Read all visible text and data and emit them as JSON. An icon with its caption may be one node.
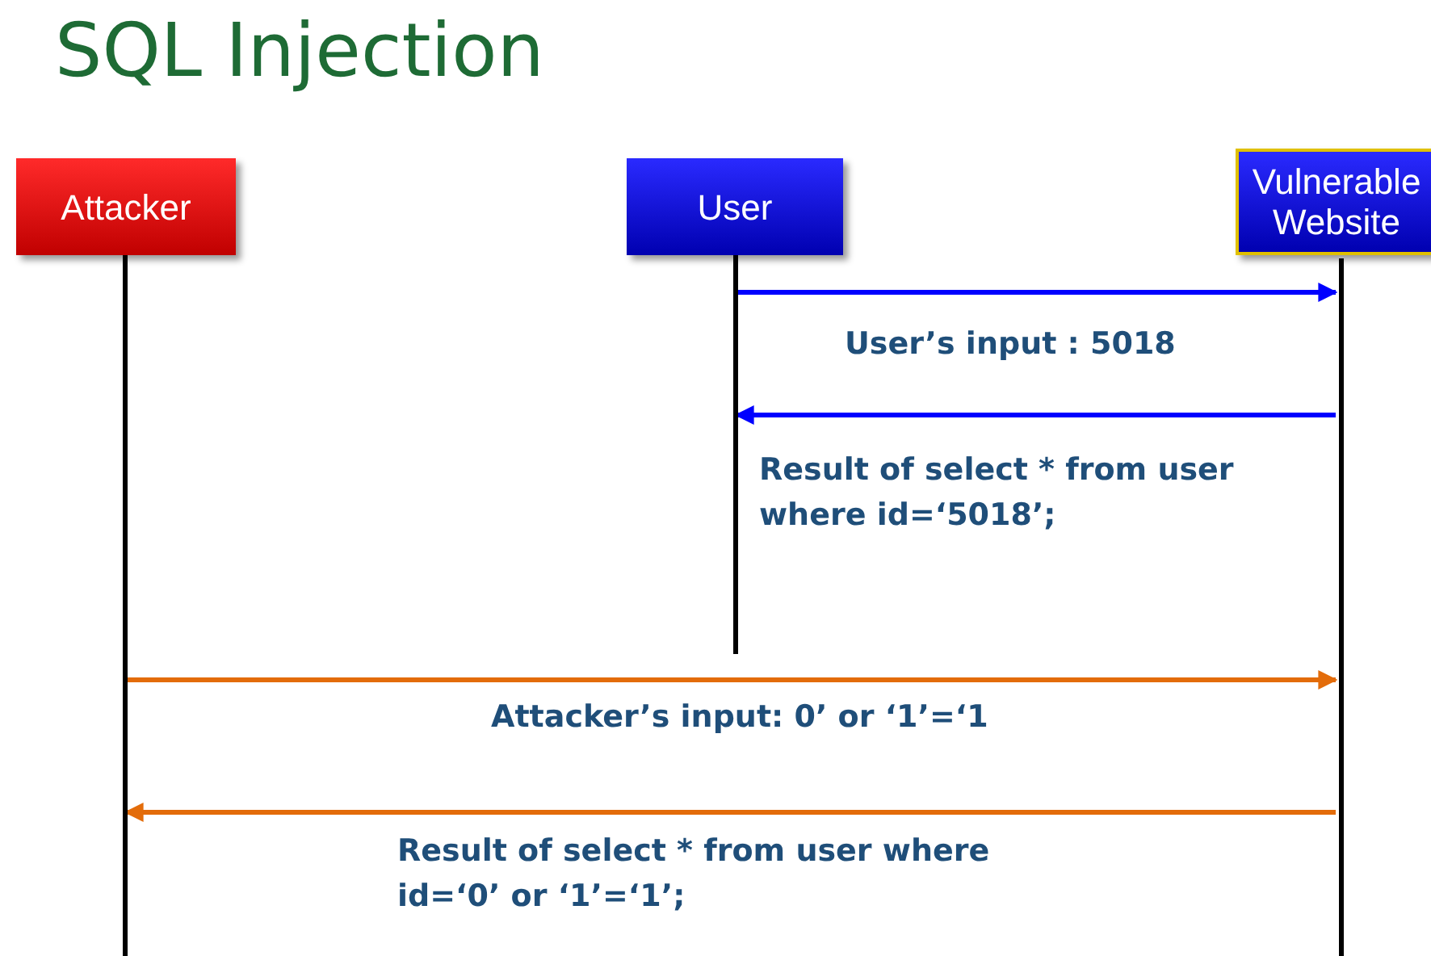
{
  "diagram": {
    "title": "SQL Injection",
    "nodes": [
      {
        "text": [
          "Attacker"
        ]
      },
      {
        "text": [
          "User"
        ]
      },
      {
        "text": [
          "Vulnerable Website"
        ]
      }
    ],
    "edges": [
      {
        "from": 1,
        "to": 2,
        "arrow": "to",
        "label": "User’s input : 5018",
        "color": "#0000ff"
      },
      {
        "from": 2,
        "to": 1,
        "arrow": "to",
        "label": "Result of select * from user where id=‘5018’;",
        "color": "#0000ff"
      },
      {
        "from": 0,
        "to": 2,
        "arrow": "to",
        "label": "Attacker’s input: 0’ or ‘1’=‘1",
        "color": "#e36c0a"
      },
      {
        "from": 2,
        "to": 0,
        "arrow": "to",
        "label": "Result of select * from user where id=‘0’ or ‘1’=‘1’;",
        "color": "#e36c0a"
      }
    ]
  }
}
